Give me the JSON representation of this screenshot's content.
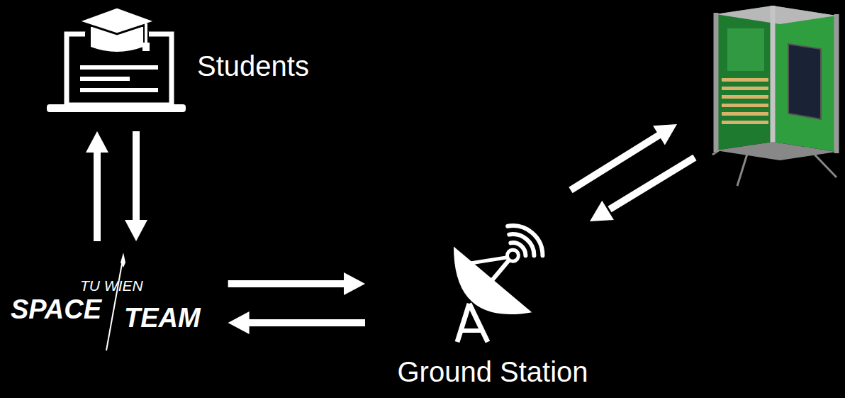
{
  "diagram": {
    "nodes": [
      {
        "text": [
          "Students"
        ]
      },
      {
        "text": [
          "TU WIEN",
          "SPACE",
          "TEAM"
        ]
      },
      {
        "text": [
          "Ground Station"
        ]
      }
    ],
    "edges": [
      {
        "from": 1,
        "to": 0,
        "arrow": "to"
      },
      {
        "from": 0,
        "to": 1,
        "arrow": "to"
      },
      {
        "from": 1,
        "to": 2,
        "arrow": "to"
      },
      {
        "from": 2,
        "to": 1,
        "arrow": "to"
      }
    ]
  }
}
